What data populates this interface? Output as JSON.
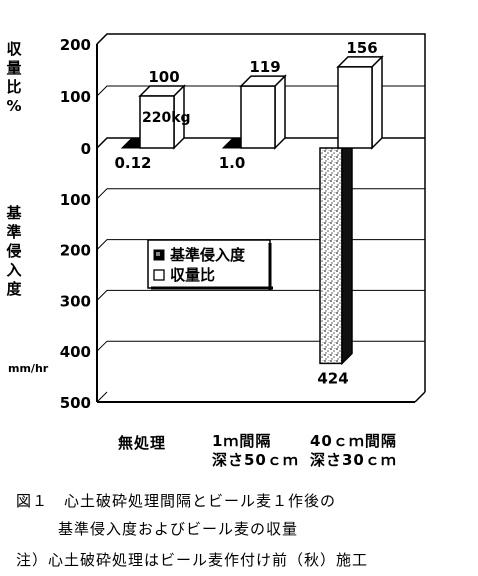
{
  "chart_data": {
    "type": "bar",
    "categories": [
      "無処理",
      "1ｍ間隔\n深さ50ｃｍ",
      "40ｃｍ間隔\n深さ30ｃｍ"
    ],
    "series": [
      {
        "name": "基準侵入度",
        "values": [
          0.12,
          1.0,
          424
        ]
      },
      {
        "name": "収量比",
        "values": [
          100,
          119,
          156
        ]
      }
    ],
    "data_labels": {
      "infiltration": [
        "0.12",
        "1.0",
        "424"
      ],
      "yield_ratio": [
        "100",
        "119",
        "156"
      ]
    },
    "annotation": "220kg",
    "y_axis_upper": {
      "label": "収量比%",
      "ticks": [
        "200",
        "100",
        "0"
      ],
      "range": [
        0,
        200
      ]
    },
    "y_axis_lower": {
      "label": "基準侵入度",
      "unit": "mm/hr",
      "ticks": [
        "100",
        "200",
        "300",
        "400",
        "500"
      ],
      "range": [
        0,
        500
      ]
    },
    "legend": [
      {
        "label": "基準侵入度",
        "swatch": "dark"
      },
      {
        "label": "収量比",
        "swatch": "white"
      }
    ],
    "grid": true,
    "legend_position": "center-left"
  },
  "caption": {
    "line1": "図１　心土破砕処理間隔とビール麦１作後の",
    "line2": "基準侵入度およびビール麦の収量",
    "note": "注）心土破砕処理はビール麦作付け前（秋）施工"
  },
  "colors": {
    "ink": "#000000",
    "paper": "#ffffff",
    "gray": "#888888"
  }
}
